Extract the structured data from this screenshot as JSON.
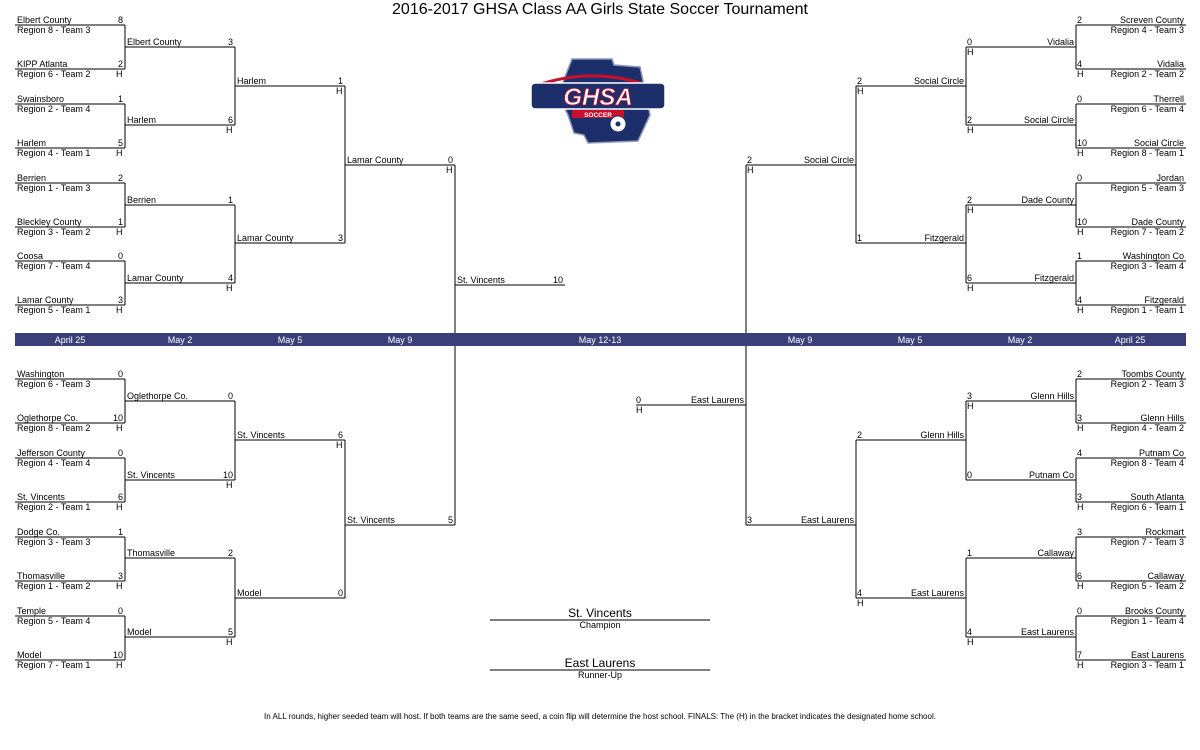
{
  "title": "2016-2017 GHSA Class AA Girls State Soccer Tournament",
  "logo": {
    "icon": "ghsa-soccer-logo",
    "text": "GHSA",
    "subtext": "SOCCER",
    "colors": [
      "#1c2f6b",
      "#c8102e",
      "#ffffff"
    ]
  },
  "home_mark": "H",
  "dates": [
    "April 25",
    "May 2",
    "May 5",
    "May 9",
    "May 12-13",
    "May 9",
    "May 5",
    "May 2",
    "April 25"
  ],
  "band_color": "#3a3f7a",
  "left_top_r1": [
    {
      "team": "Elbert County",
      "seed": "Region 8 - Team 3",
      "score": "8"
    },
    {
      "team": "KIPP Atlanta",
      "seed": "Region 6 - Team 2",
      "score": "2"
    },
    {
      "team": "Swainsboro",
      "seed": "Region 2 - Team 4",
      "score": "1"
    },
    {
      "team": "Harlem",
      "seed": "Region 4 - Team 1",
      "score": "5"
    },
    {
      "team": "Berrien",
      "seed": "Region 1 - Team 3",
      "score": "2"
    },
    {
      "team": "Bleckley County",
      "seed": "Region 3 - Team 2",
      "score": "1"
    },
    {
      "team": "Coosa",
      "seed": "Region 7 - Team 4",
      "score": "0"
    },
    {
      "team": "Lamar County",
      "seed": "Region 5 - Team 1",
      "score": "3"
    }
  ],
  "left_top_r2": [
    {
      "team": "Elbert County",
      "score": "3"
    },
    {
      "team": "Harlem",
      "score": "6"
    },
    {
      "team": "Berrien",
      "score": "1"
    },
    {
      "team": "Lamar County",
      "score": "4"
    }
  ],
  "left_top_r3": [
    {
      "team": "Harlem",
      "score": "1"
    },
    {
      "team": "Lamar County",
      "score": "3"
    }
  ],
  "left_top_r4": {
    "team": "Lamar County",
    "score": "0"
  },
  "left_bot_r1": [
    {
      "team": "Washington",
      "seed": "Region 6 - Team 3",
      "score": "0"
    },
    {
      "team": "Oglethorpe Co.",
      "seed": "Region 8 - Team 2",
      "score": "10"
    },
    {
      "team": "Jefferson County",
      "seed": "Region 4 - Team 4",
      "score": "0"
    },
    {
      "team": "St. Vincents",
      "seed": "Region 2 - Team 1",
      "score": "6"
    },
    {
      "team": "Dodge Co.",
      "seed": "Region 3 - Team 3",
      "score": "1"
    },
    {
      "team": "Thomasville",
      "seed": "Region 1 - Team 2",
      "score": "3"
    },
    {
      "team": "Temple",
      "seed": "Region 5 - Team 4",
      "score": "0"
    },
    {
      "team": "Model",
      "seed": "Region 7 - Team 1",
      "score": "10"
    }
  ],
  "left_bot_r2": [
    {
      "team": "Oglethorpe Co.",
      "score": "0"
    },
    {
      "team": "St. Vincents",
      "score": "10"
    },
    {
      "team": "Thomasville",
      "score": "2"
    },
    {
      "team": "Model",
      "score": "5"
    }
  ],
  "left_bot_r3": [
    {
      "team": "St. Vincents",
      "score": "6"
    },
    {
      "team": "Model",
      "score": "0"
    }
  ],
  "left_bot_r4": {
    "team": "St. Vincents",
    "score": "5"
  },
  "final_left": {
    "team": "St. Vincents",
    "score": "10"
  },
  "final_right": {
    "team": "East Laurens",
    "score": "0"
  },
  "right_top_r1": [
    {
      "team": "Screven County",
      "seed": "Region 4 - Team 3",
      "score": "2"
    },
    {
      "team": "Vidalia",
      "seed": "Region 2 - Team 2",
      "score": "4"
    },
    {
      "team": "Therrell",
      "seed": "Region 6 - Team 4",
      "score": "0"
    },
    {
      "team": "Social Circle",
      "seed": "Region 8 - Team 1",
      "score": "10"
    },
    {
      "team": "Jordan",
      "seed": "Region 5 - Team 3",
      "score": "0"
    },
    {
      "team": "Dade County",
      "seed": "Region 7 - Team 2",
      "score": "10"
    },
    {
      "team": "Washington Co",
      "seed": "Region 3 - Team 4",
      "score": "1"
    },
    {
      "team": "Fitzgerald",
      "seed": "Region 1 - Team 1",
      "score": "4"
    }
  ],
  "right_top_r2": [
    {
      "team": "Vidalia",
      "score": "0"
    },
    {
      "team": "Social Circle",
      "score": "2"
    },
    {
      "team": "Dade County",
      "score": "2"
    },
    {
      "team": "Fitzgerald",
      "score": "6"
    }
  ],
  "right_top_r3": [
    {
      "team": "Social Circle",
      "score": "2"
    },
    {
      "team": "Fitzgerald",
      "score": "1"
    }
  ],
  "right_top_r4": {
    "team": "Social Circle",
    "score": "2"
  },
  "right_bot_r1": [
    {
      "team": "Toombs County",
      "seed": "Region 2 - Team 3",
      "score": "2"
    },
    {
      "team": "Glenn Hills",
      "seed": "Region 4 - Team 2",
      "score": "3"
    },
    {
      "team": "Putnam Co",
      "seed": "Region 8 - Team 4",
      "score": "4"
    },
    {
      "team": "South Atlanta",
      "seed": "Region 6 - Team 1",
      "score": "3"
    },
    {
      "team": "Rockmart",
      "seed": "Region 7 - Team 3",
      "score": "3"
    },
    {
      "team": "Callaway",
      "seed": "Region 5 - Team 2",
      "score": "6"
    },
    {
      "team": "Brooks County",
      "seed": "Region 1 - Team 4",
      "score": "0"
    },
    {
      "team": "East Laurens",
      "seed": "Region 3 - Team 1",
      "score": "7"
    }
  ],
  "right_bot_r2": [
    {
      "team": "Glenn Hills",
      "score": "3"
    },
    {
      "team": "Putnam Co",
      "score": "0"
    },
    {
      "team": "Callaway",
      "score": "1"
    },
    {
      "team": "East Laurens",
      "score": "4"
    }
  ],
  "right_bot_r3": [
    {
      "team": "Glenn Hills",
      "score": "2"
    },
    {
      "team": "East Laurens",
      "score": "4"
    }
  ],
  "right_bot_r4": {
    "team": "East Laurens",
    "score": "3"
  },
  "champion": {
    "team": "St. Vincents",
    "label": "Champion"
  },
  "runner_up": {
    "team": "East Laurens",
    "label": "Runner-Up"
  },
  "footnote": "In ALL rounds, higher seeded team will host. If both teams are the same seed, a coin flip will determine the host school. FINALS: The (H) in the bracket indicates the designated home school."
}
